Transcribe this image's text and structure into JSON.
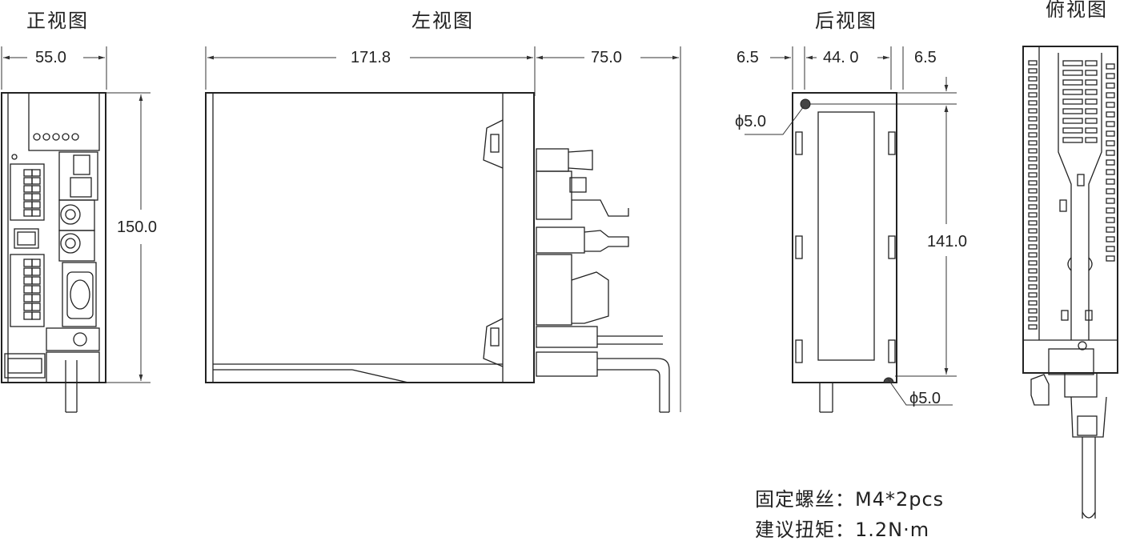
{
  "views": {
    "front": "正视图",
    "left": "左视图",
    "rear": "后视图",
    "top": "俯视图"
  },
  "dimensions": {
    "front_width": "55.0",
    "front_height": "150.0",
    "left_depth": "171.8",
    "left_connector": "75.0",
    "rear_margin_left": "6.5",
    "rear_mid": "44. 0",
    "rear_margin_right": "6.5",
    "rear_height": "141.0",
    "hole_top": "ϕ5.0",
    "hole_bottom": "ϕ5.0"
  },
  "notes": {
    "screws": "固定螺丝：M4*2pcs",
    "torque": "建议扭矩：1.2N·m"
  }
}
